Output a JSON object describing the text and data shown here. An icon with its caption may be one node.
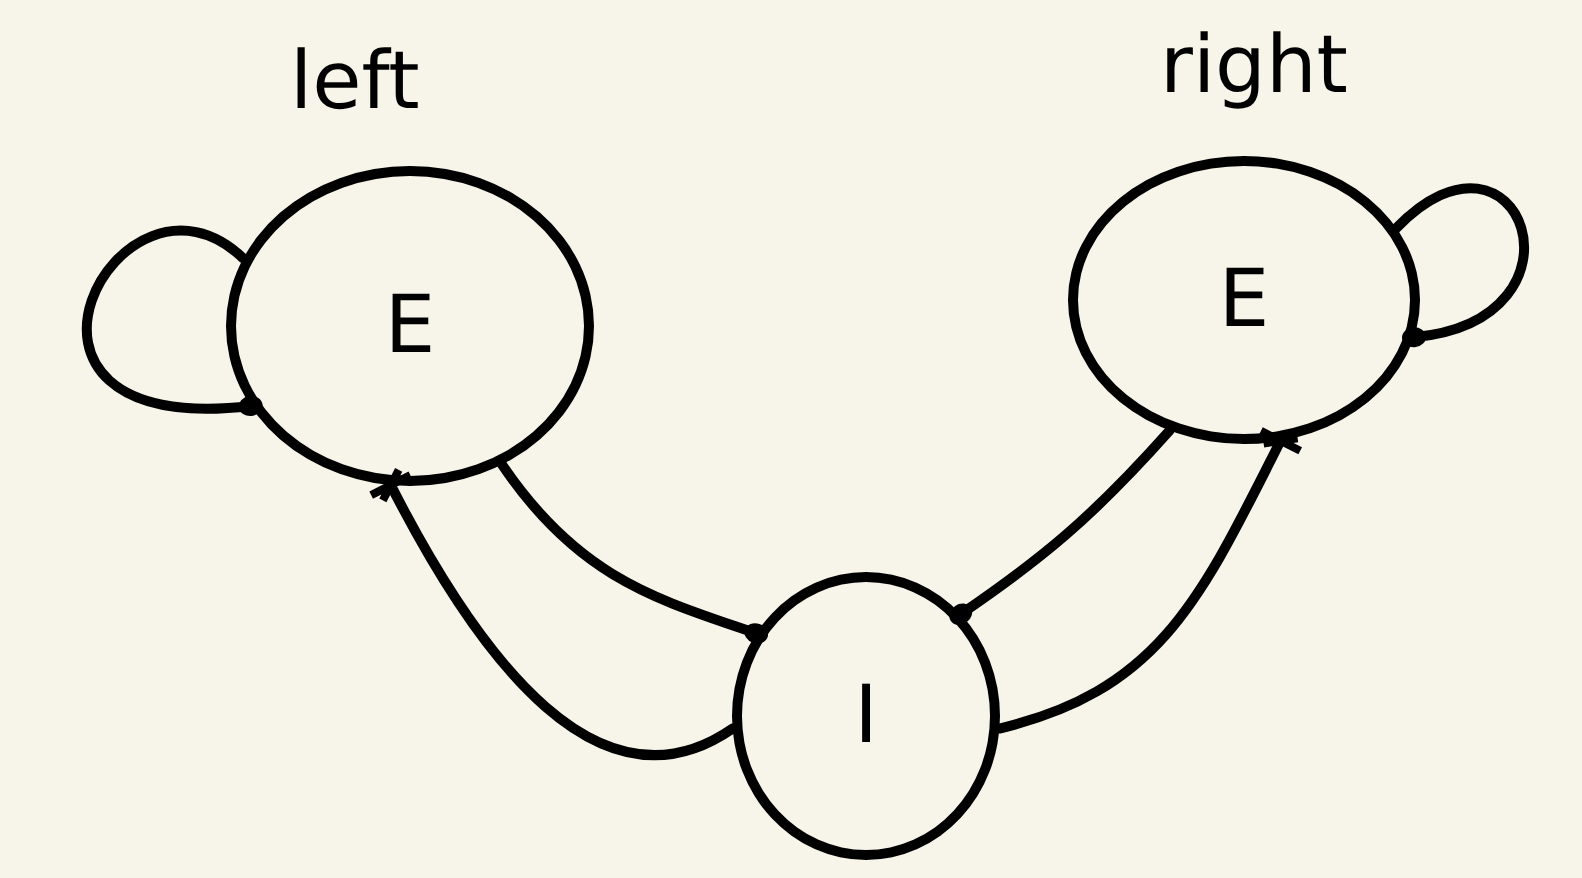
{
  "diagram": {
    "nodes": [
      {
        "text": [
          "E"
        ],
        "beside": [
          "left"
        ]
      },
      {
        "text": [
          "E"
        ],
        "beside": [
          "right"
        ]
      },
      {
        "text": [
          "I"
        ]
      }
    ],
    "edges": [
      {
        "from": 0,
        "to": 0,
        "arrow": "other"
      },
      {
        "from": 1,
        "to": 1,
        "arrow": "other"
      },
      {
        "from": 0,
        "to": 2,
        "arrow": "other"
      },
      {
        "from": 2,
        "to": 0,
        "arrow": "other"
      },
      {
        "from": 1,
        "to": 2,
        "arrow": "other"
      },
      {
        "from": 2,
        "to": 1,
        "arrow": "other"
      }
    ]
  }
}
